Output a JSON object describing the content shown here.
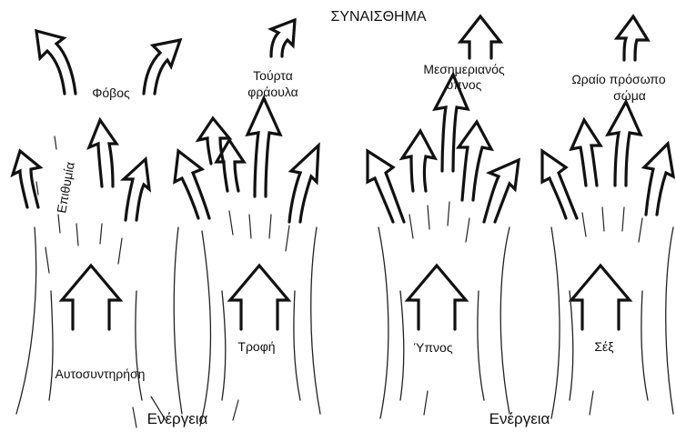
{
  "title": "ΣΥΝΑΙΣΘΗΜΑ",
  "columns": [
    {
      "top_label": "Φόβος",
      "side_label": "Επιθυμία",
      "center_label": "Αυτοσυντηρήση",
      "icon": "up-arrow-icon"
    },
    {
      "top_label_line1": "Τούρτα",
      "top_label_line2": "φράουλα",
      "center_label": "Τροφή",
      "icon": "up-arrow-icon"
    },
    {
      "top_label_line1": "Μεσημεριανός",
      "top_label_line2": "ύπνος",
      "center_label": "Ύπνος",
      "icon": "up-arrow-icon"
    },
    {
      "top_label_line1": "Ωραίο πρόσωπο",
      "top_label_line2": "σώμα",
      "center_label": "Σέξ",
      "icon": "up-arrow-icon"
    }
  ],
  "bottom_labels": [
    "Ενέργεια",
    "Ενέργεια"
  ],
  "colors": {
    "ink": "#111111",
    "background": "#ffffff"
  }
}
